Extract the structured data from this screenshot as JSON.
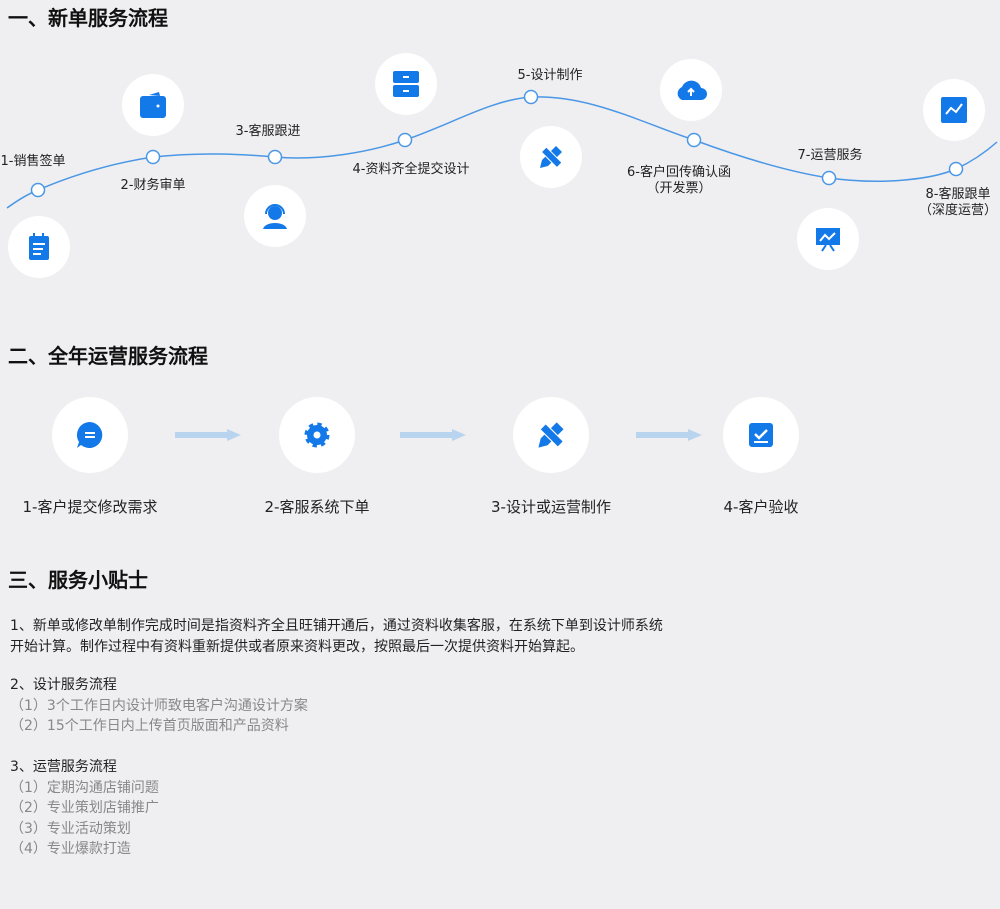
{
  "section1": {
    "title": "一、新单服务流程",
    "steps": [
      {
        "label": "1-销售签单",
        "icon": "notepad-icon"
      },
      {
        "label": "2-财务审单",
        "icon": "wallet-icon"
      },
      {
        "label": "3-客服跟进",
        "icon": "headset-user-icon"
      },
      {
        "label": "4-资料齐全提交设计",
        "icon": "drawer-icon"
      },
      {
        "label": "5-设计制作",
        "icon": "pencil-ruler-icon"
      },
      {
        "label": "6-客户回传确认函",
        "label2": "（开发票）",
        "icon": "cloud-upload-icon"
      },
      {
        "label": "7-运营服务",
        "icon": "presentation-chart-icon"
      },
      {
        "label": "8-客服跟单",
        "label2": "（深度运营）",
        "icon": "line-chart-icon"
      }
    ]
  },
  "section2": {
    "title": "二、全年运营服务流程",
    "steps": [
      {
        "label": "1-客户提交修改需求",
        "icon": "chat-bubble-icon"
      },
      {
        "label": "2-客服系统下单",
        "icon": "gear-icon"
      },
      {
        "label": "3-设计或运营制作",
        "icon": "pencil-ruler-icon"
      },
      {
        "label": "4-客户验收",
        "icon": "checkbox-icon"
      }
    ]
  },
  "section3": {
    "title": "三、服务小贴士",
    "p1": [
      "1、新单或修改单制作完成时间是指资料齐全且旺铺开通后，通过资料收集客服，在系统下单到设计师系统",
      "开始计算。制作过程中有资料重新提供或者原来资料更改，按照最后一次提供资料开始算起。"
    ],
    "p2": {
      "title": "2、设计服务流程",
      "items": [
        "（1）3个工作日内设计师致电客户沟通设计方案",
        "（2）15个工作日内上传首页版面和产品资料"
      ]
    },
    "p3": {
      "title": "3、运营服务流程",
      "items": [
        "（1）定期沟通店铺问题",
        "（2）专业策划店铺推广",
        "（3）专业活动策划",
        "（4）专业爆款打造"
      ]
    }
  },
  "colors": {
    "accent": "#1479e8",
    "line": "#4a97e6",
    "arrow": "#b9d4ee",
    "bg": "#efeff1"
  }
}
